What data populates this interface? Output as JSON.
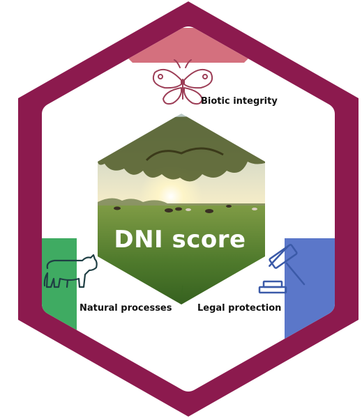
{
  "center": {
    "title": "DNI score",
    "photo": "meadow-with-grazing-cattle-at-sunset"
  },
  "segments": [
    {
      "label": "Biotic integrity",
      "icon": "butterfly-icon",
      "color": "#d4707e"
    },
    {
      "label": "Natural processes",
      "icon": "cow-icon",
      "color": "#3fab62"
    },
    {
      "label": "Legal protection",
      "icon": "gavel-icon",
      "color": "#5b77c9"
    }
  ],
  "colors": {
    "frame": "#8c1a4e",
    "inner_background": "#ffffff"
  }
}
